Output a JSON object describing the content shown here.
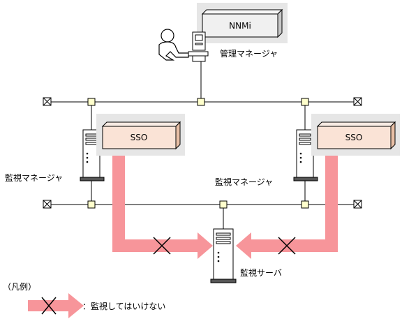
{
  "labels": {
    "nnmi": "NNMi",
    "admin_manager": "管理マネージャ",
    "sso_left": "SSO",
    "sso_right": "SSO",
    "monitor_manager_left": "監視マネージャ",
    "monitor_manager_right": "監視マネージャ",
    "monitor_server": "監視サーバ"
  },
  "legend": {
    "title": "（凡例）",
    "item_text": "：監視してはいけない"
  },
  "colors": {
    "arrow": "#F7959A",
    "box_face": "#FAE3D6",
    "box_side": "#E8BFA6",
    "nnmi_face": "#F0F0F0",
    "nnmi_side": "#C8C8C8",
    "panel_bg": "#E6E6E6",
    "node_fill": "#FFFFCC",
    "line": "#000000"
  }
}
